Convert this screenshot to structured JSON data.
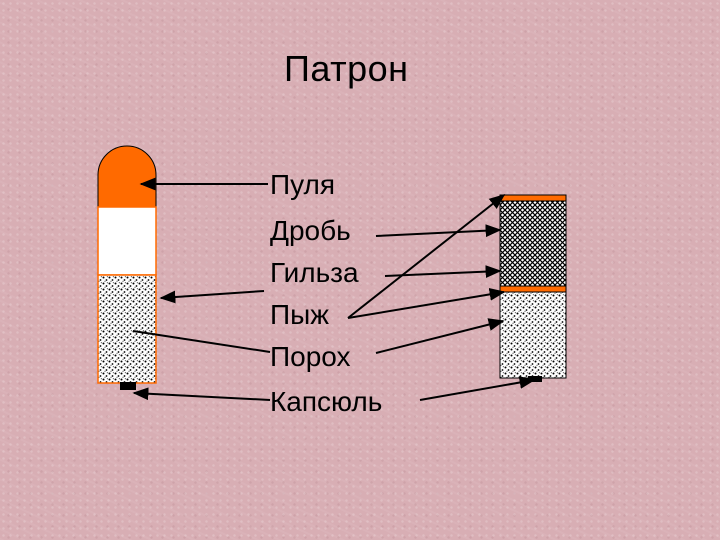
{
  "title": "Патрон",
  "labels": [
    "Пуля",
    "Дробь",
    "Гильза",
    "Пыж",
    "Порох",
    "Капсюль"
  ],
  "colors": {
    "background": "#d8aeb4",
    "bullet": "#ff6a00",
    "wad": "#ff6a00",
    "case_outline": "#ff6a00",
    "powder_fill": "#ffffff",
    "shot_fill": "#ffffff",
    "primer": "#000000",
    "arrows": "#000000"
  }
}
